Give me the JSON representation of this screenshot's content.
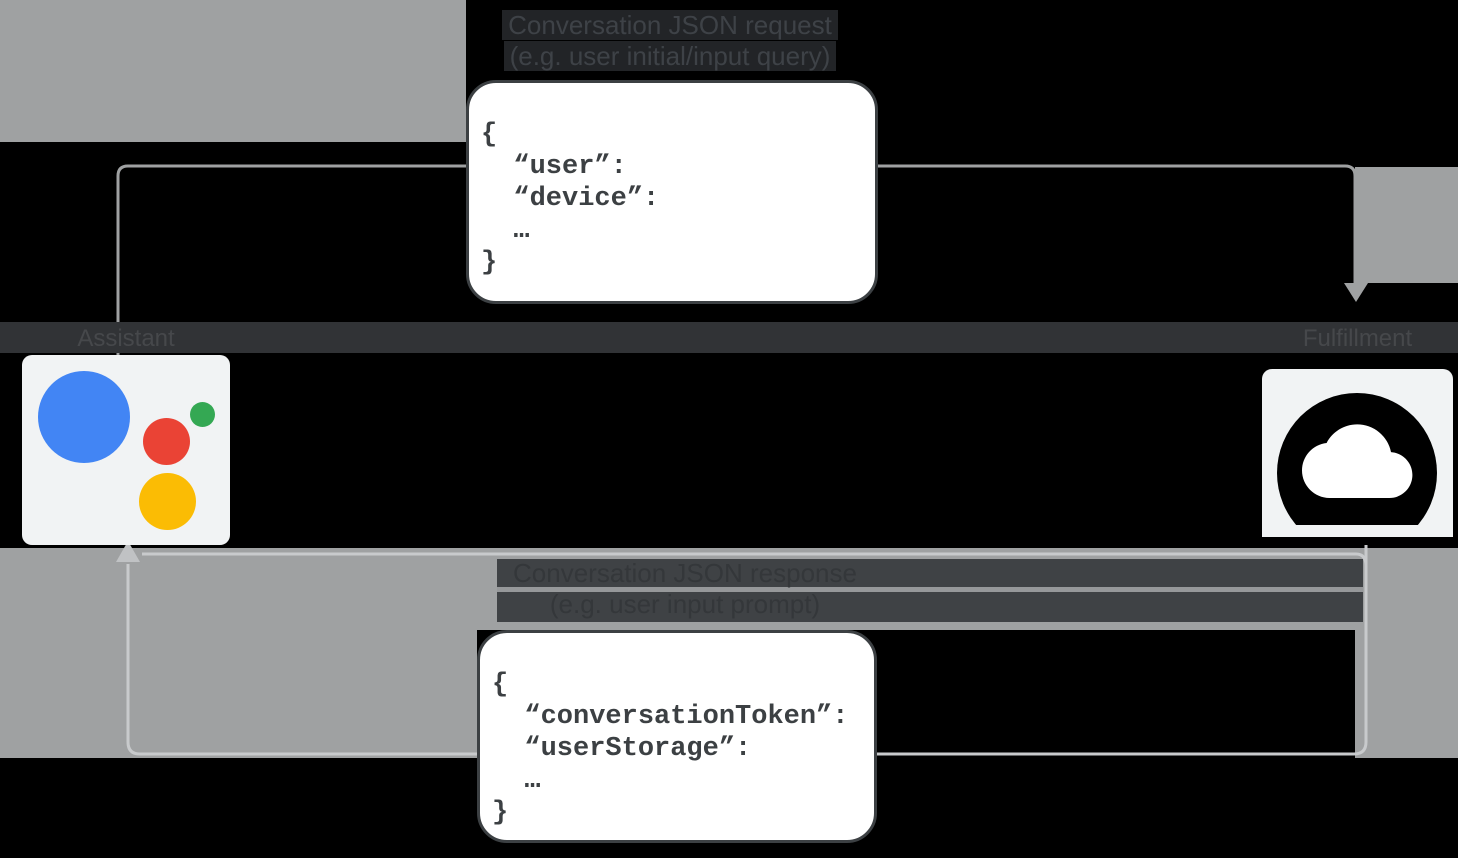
{
  "request_flow": {
    "label_line1": "Conversation JSON request",
    "label_line2": "(e.g. user initial/input query)",
    "json_snippet": "{\n  “user”:\n  “device”:\n  …\n}"
  },
  "response_flow": {
    "label_line1": "Conversation JSON response",
    "label_line2": "(e.g. user input prompt)",
    "json_snippet": "{\n  “conversationToken”:\n  “userStorage”:\n  …\n}"
  },
  "nodes": {
    "assistant": {
      "label": "Assistant",
      "icon": "google-assistant-logo"
    },
    "fulfillment": {
      "label": "Fulfillment",
      "icon": "cloud-icon"
    }
  },
  "colors": {
    "background": "#000000",
    "band_gray": "#9fa1a2",
    "arrow_light": "#c8cacc",
    "box_border": "#3c4043",
    "tile_bg": "#f1f3f4",
    "assistant_blue": "#4285F4",
    "assistant_red": "#EA4335",
    "assistant_green": "#34A853",
    "assistant_yellow": "#FBBC04"
  }
}
